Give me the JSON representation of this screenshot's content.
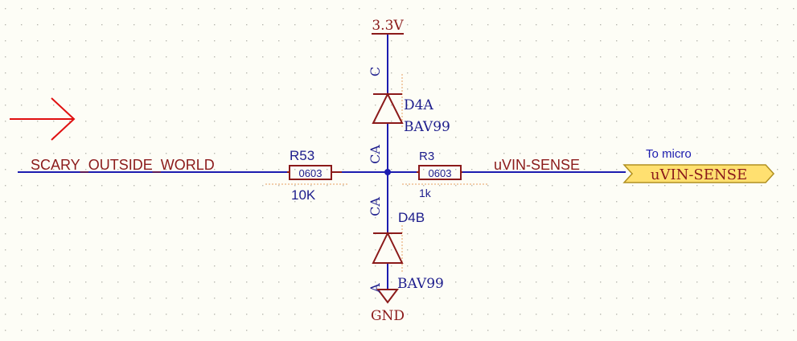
{
  "colors": {
    "background": "#fdfdf6",
    "grid_dot": "#b8b8b0",
    "wire": "#1c1cb0",
    "component": "#8b1a1a",
    "label_text": "#8b1a1a",
    "designator_text": "#1c1c8c",
    "port_fill": "#ffe070",
    "port_stroke": "#b09020",
    "arrow": "#e01010",
    "hatch": "#e8a060"
  },
  "power": {
    "vcc_label": "3.3V",
    "gnd_label": "GND"
  },
  "nets": {
    "input_net": "SCARY_OUTSIDE_WORLD",
    "output_net": "uVIN-SENSE"
  },
  "port": {
    "name": "uVIN-SENSE",
    "comment": "To micro"
  },
  "components": {
    "r53": {
      "designator": "R53",
      "value": "10K",
      "package": "0603"
    },
    "r3": {
      "designator": "R3",
      "value": "1k",
      "package": "0603"
    },
    "d4a": {
      "designator": "D4A",
      "part": "BAV99",
      "pin_top": "C",
      "pin_bottom": "CA"
    },
    "d4b": {
      "designator": "D4B",
      "part": "BAV99",
      "pin_top": "CA",
      "pin_bottom": "A"
    }
  }
}
